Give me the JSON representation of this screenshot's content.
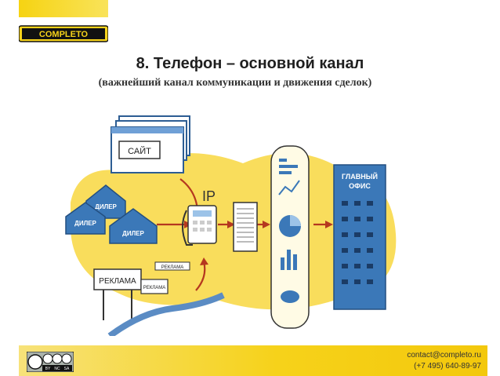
{
  "brand": {
    "logo_text": "COMPLETO"
  },
  "slide": {
    "title": "8. Телефон – основной канал",
    "subtitle": "(важнейший канал коммуникации и движения сделок)"
  },
  "diagram": {
    "site_label": "САЙТ",
    "dealer_labels": [
      "ДИЛЕР",
      "ДИЛЕР",
      "ДИЛЕР"
    ],
    "ads_label_big": "РЕКЛАМА",
    "ads_label_small": "РЕКЛАМА",
    "ads_label_sign": "РЕКЛАМА",
    "ip_label": "IP",
    "office_label_line1": "ГЛАВНЫЙ",
    "office_label_line2": "ОФИС"
  },
  "footer": {
    "license_badges": [
      "BY",
      "NC",
      "SA"
    ],
    "email": "contact@completo.ru",
    "phone": "(+7 495)  640-89-97"
  },
  "colors": {
    "accent_yellow": "#f6d21a",
    "arrow_red": "#b5381f",
    "blue": "#3b78b8"
  }
}
